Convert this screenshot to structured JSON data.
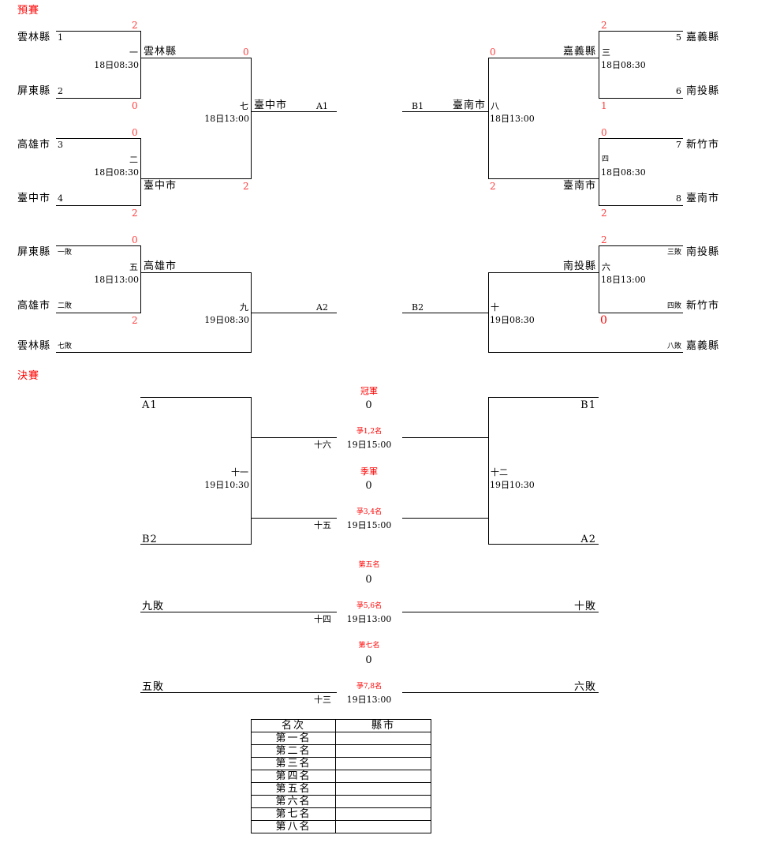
{
  "sections": {
    "prelim": "預賽",
    "final": "決賽"
  },
  "colors": {
    "title_red": "#ff0000",
    "score_red": "#ff4040",
    "line": "#000000"
  },
  "left": {
    "teams": [
      {
        "name": "雲林縣",
        "seed": "1"
      },
      {
        "name": "屏東縣",
        "seed": "2"
      },
      {
        "name": "高雄市",
        "seed": "3"
      },
      {
        "name": "臺中市",
        "seed": "4"
      },
      {
        "name": "屏東縣",
        "seed": "一敗"
      },
      {
        "name": "高雄市",
        "seed": "二敗"
      },
      {
        "name": "雲林縣",
        "seed": "七敗"
      }
    ],
    "m1": {
      "no": "一",
      "time": "18日08:30",
      "score_top": "2",
      "score_bottom": "0",
      "winner": "雲林縣"
    },
    "m2": {
      "no": "二",
      "time": "18日08:30",
      "score_top": "0",
      "score_bottom": "2",
      "winner": "臺中市"
    },
    "m7": {
      "no": "七",
      "time": "18日13:00",
      "score_top": "0",
      "score_bottom": "2",
      "winner": "臺中市",
      "slot": "A1"
    },
    "m5": {
      "no": "五",
      "time": "18日13:00",
      "score_top": "0",
      "score_bottom": "2",
      "winner": "高雄市"
    },
    "m9": {
      "no": "九",
      "time": "19日08:30",
      "slot": "A2"
    }
  },
  "right": {
    "teams": [
      {
        "name": "嘉義縣",
        "seed": "5"
      },
      {
        "name": "南投縣",
        "seed": "6"
      },
      {
        "name": "新竹市",
        "seed": "7"
      },
      {
        "name": "臺南市",
        "seed": "8"
      },
      {
        "name": "南投縣",
        "seed": "三敗"
      },
      {
        "name": "新竹市",
        "seed": "四敗"
      },
      {
        "name": "嘉義縣",
        "seed": "八敗"
      }
    ],
    "m3": {
      "no": "三",
      "time": "18日08:30",
      "score_top": "2",
      "score_bottom": "1",
      "winner": "嘉義縣"
    },
    "m4": {
      "no": "四",
      "time": "18日08:30",
      "score_top": "0",
      "score_bottom": "2",
      "winner": "臺南市"
    },
    "m8": {
      "no": "八",
      "time": "18日13:00",
      "score_top": "0",
      "score_bottom": "2",
      "winner": "臺南市",
      "slot": "B1"
    },
    "m6": {
      "no": "六",
      "time": "18日13:00",
      "score_top": "2",
      "score_bottom": "0",
      "winner": "南投縣"
    },
    "m10": {
      "no": "十",
      "time": "19日08:30",
      "slot": "B2"
    }
  },
  "finals": {
    "m11": {
      "no": "十一",
      "time": "19日10:30",
      "top": "A1",
      "bottom": "B2"
    },
    "m12": {
      "no": "十二",
      "time": "19日10:30",
      "top": "B1",
      "bottom": "A2"
    },
    "m16": {
      "no": "十六",
      "time": "19日15:00",
      "label": "爭1,2名",
      "title": "冠軍",
      "result": "0"
    },
    "m15": {
      "no": "十五",
      "time": "19日15:00",
      "label": "爭3,4名",
      "title": "季軍",
      "result": "0"
    },
    "m14": {
      "no": "十四",
      "time": "19日13:00",
      "label": "爭5,6名",
      "title": "第五名",
      "result": "0",
      "left": "九敗",
      "right": "十敗"
    },
    "m13": {
      "no": "十三",
      "time": "19日13:00",
      "label": "爭7,8名",
      "title": "第七名",
      "result": "0",
      "left": "五敗",
      "right": "六敗"
    }
  },
  "ranking": {
    "headers": [
      "名次",
      "縣市"
    ],
    "rows": [
      {
        "rank": "第一名",
        "city": ""
      },
      {
        "rank": "第二名",
        "city": ""
      },
      {
        "rank": "第三名",
        "city": ""
      },
      {
        "rank": "第四名",
        "city": ""
      },
      {
        "rank": "第五名",
        "city": ""
      },
      {
        "rank": "第六名",
        "city": ""
      },
      {
        "rank": "第七名",
        "city": ""
      },
      {
        "rank": "第八名",
        "city": ""
      }
    ]
  }
}
